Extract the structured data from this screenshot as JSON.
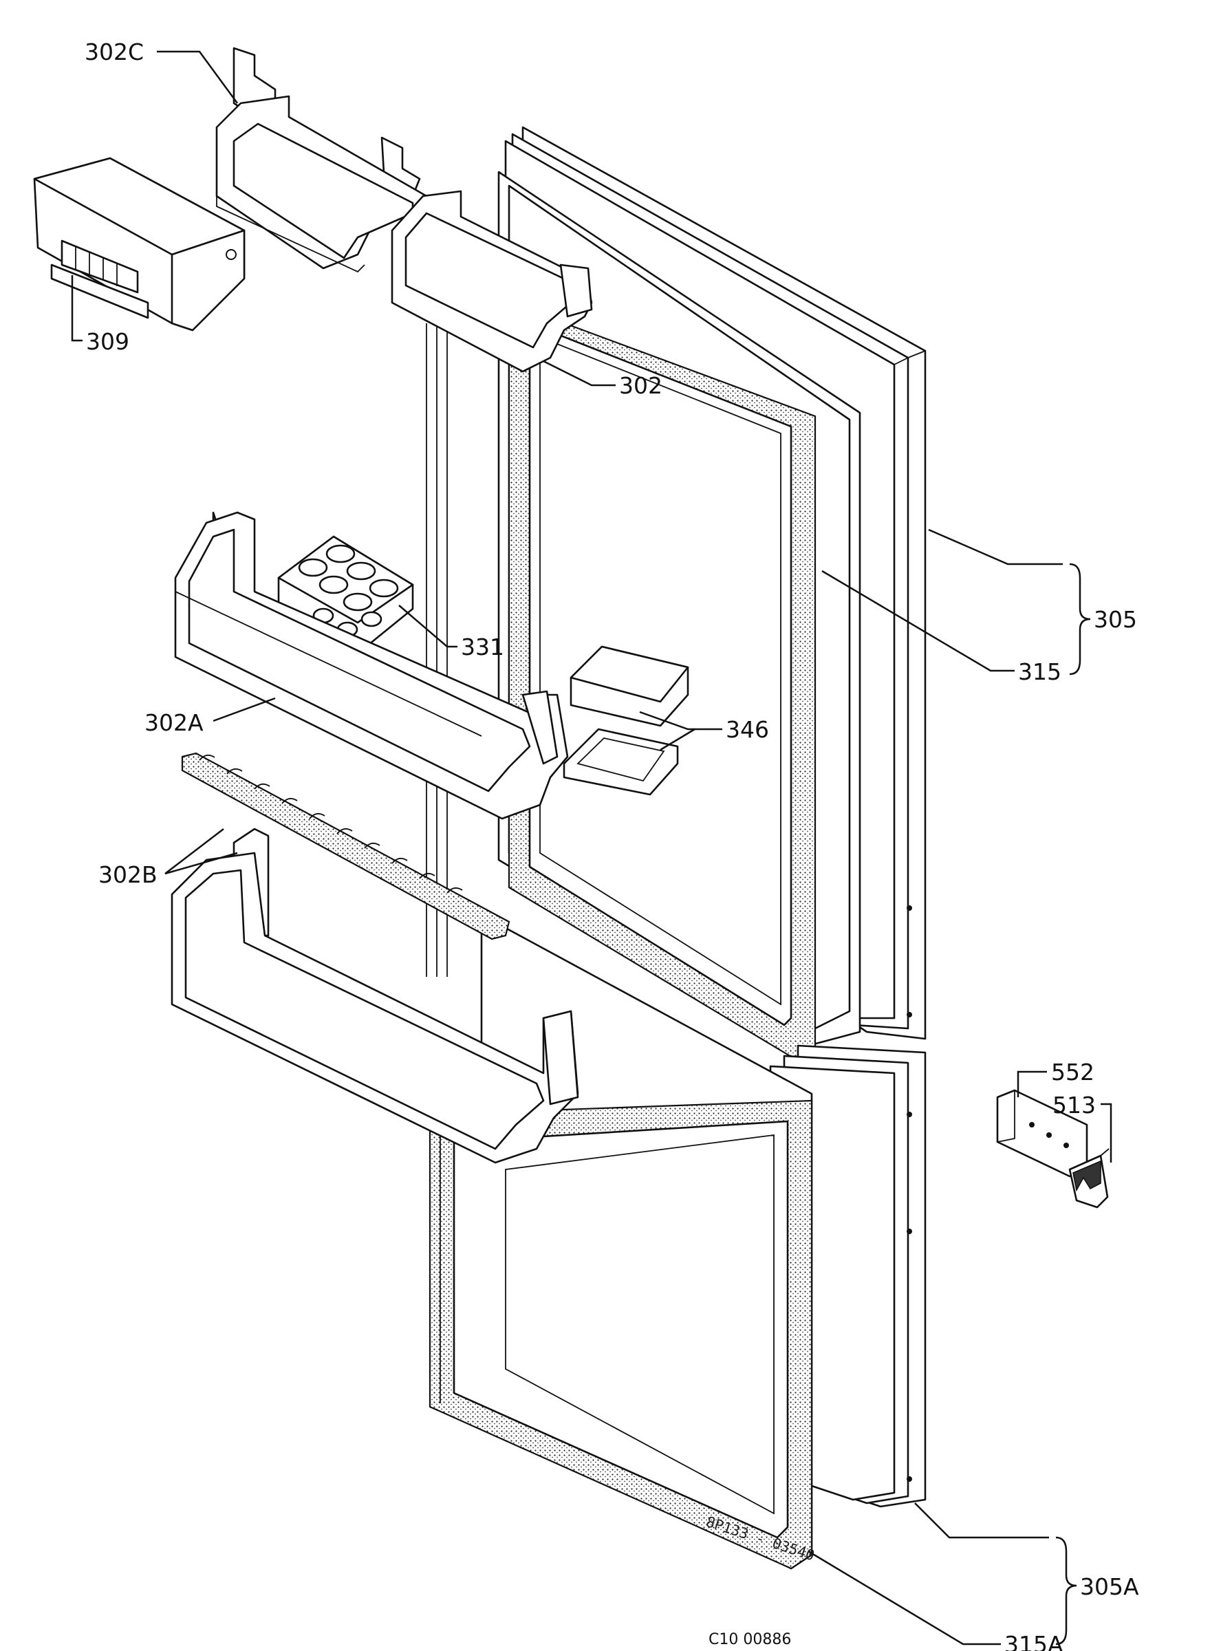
{
  "labels": {
    "l302c": "302C",
    "l309": "309",
    "l302": "302",
    "l331": "331",
    "l302a": "302A",
    "l346": "346",
    "l302b": "302B",
    "l305": "305",
    "l315": "315",
    "l552": "552",
    "l513": "513",
    "l305a": "305A",
    "l315a": "315A"
  },
  "drawing_code": "C10 00886",
  "stamp_text": "8P133 - 03540"
}
